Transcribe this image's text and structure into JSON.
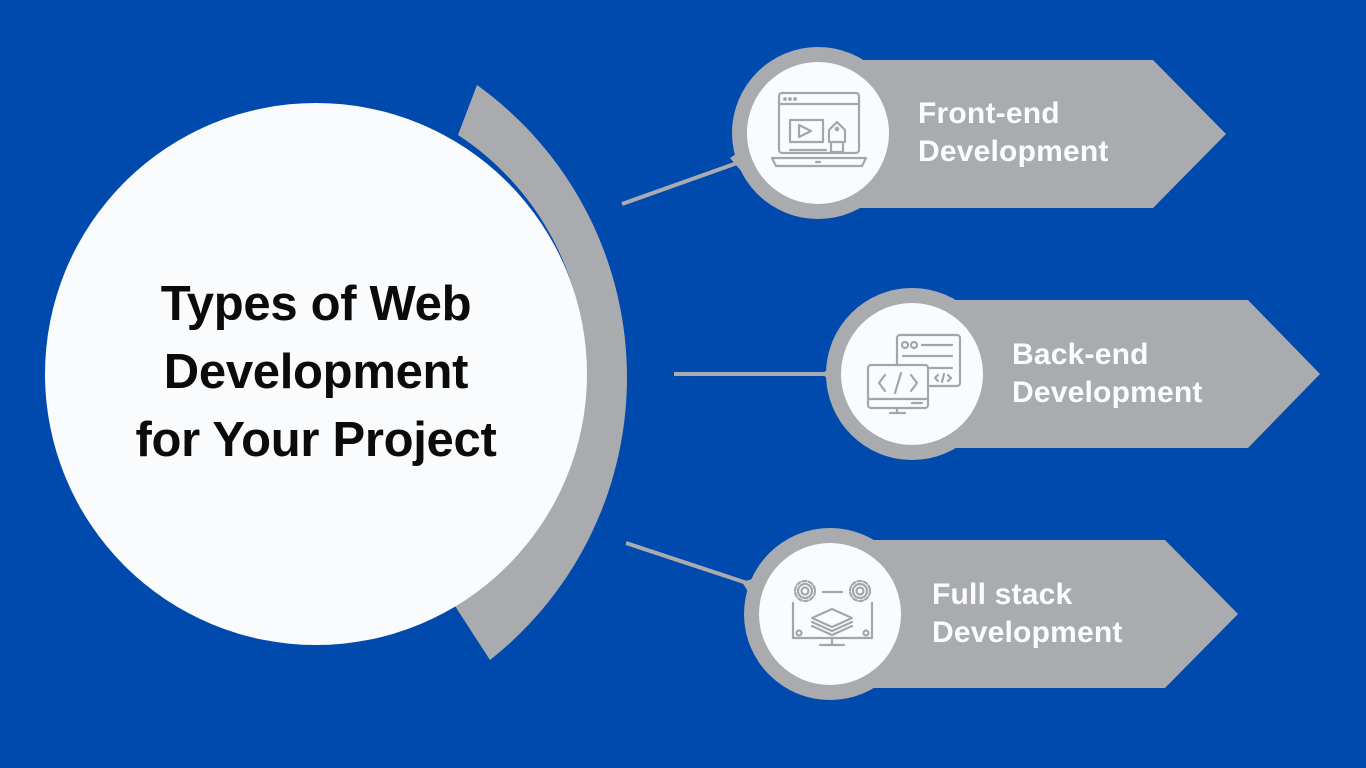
{
  "colors": {
    "background": "#014aad",
    "grey": "#a9abae",
    "white": "#fafbfd",
    "title_text": "#0b0b0b",
    "label_text": "#fbfcfe",
    "icon_stroke": "#a3a6aa"
  },
  "hub": {
    "title_lines": [
      "Types of Web",
      "Development",
      "for Your Project"
    ]
  },
  "branches": [
    {
      "id": "front-end",
      "icon": "laptop-design-icon",
      "label_lines": [
        "Front-end",
        "Development"
      ]
    },
    {
      "id": "back-end",
      "icon": "code-windows-icon",
      "label_lines": [
        "Back-end",
        "Development"
      ]
    },
    {
      "id": "full-stack",
      "icon": "gears-stack-monitor-icon",
      "label_lines": [
        "Full stack",
        "Development"
      ]
    }
  ]
}
